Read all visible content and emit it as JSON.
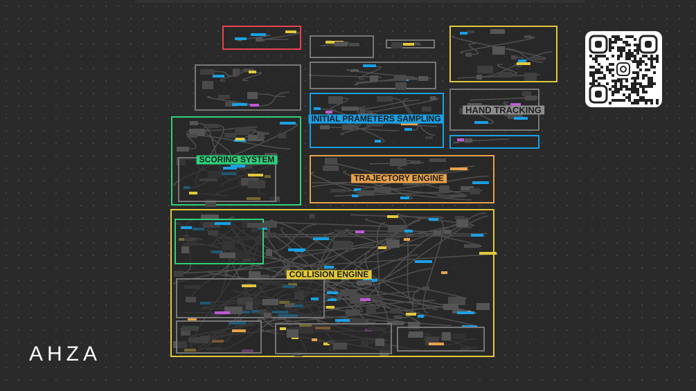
{
  "groups": {
    "initial_parameters": "INITIAL PRAMETERS SAMPLING",
    "hand_tracking": "HAND TRACKING",
    "scoring_system": "SCORING SYSTEM",
    "trajectory_engine": "TRAJECTORY ENGINE",
    "collision_engine": "COLLISION ENGINE"
  },
  "brand": {
    "logo": "AHZA",
    "qr_icon": "instagram-icon"
  },
  "colors": {
    "red": "#e8434f",
    "yellow": "#e3c93a",
    "blue": "#1aa0e6",
    "green": "#2ed17a",
    "orange": "#e9a24a",
    "gray": "#777777"
  }
}
